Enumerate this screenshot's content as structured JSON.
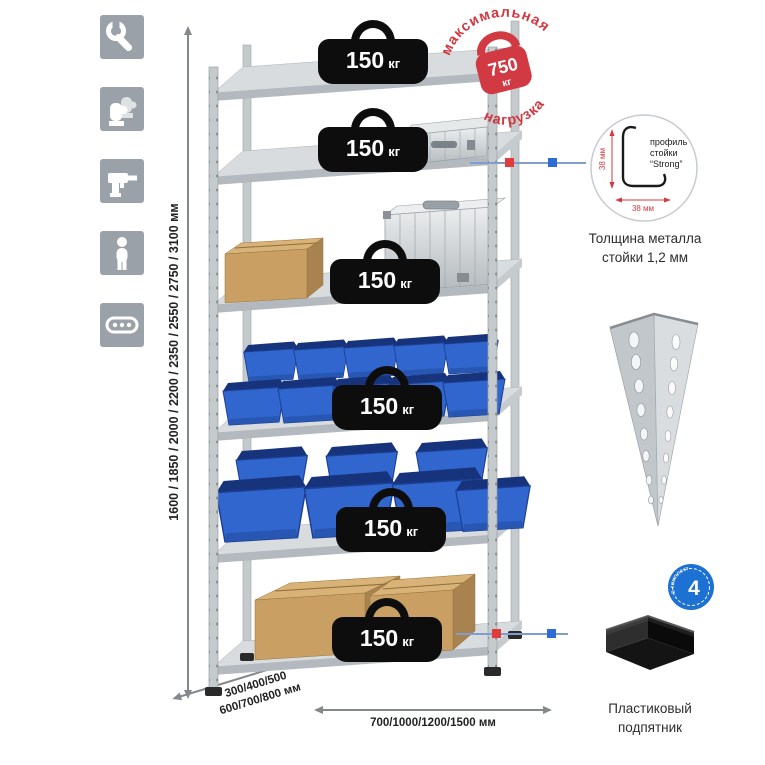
{
  "sidebar": {
    "icons": [
      {
        "name": "wrench-icon"
      },
      {
        "name": "gloves-icon"
      },
      {
        "name": "drill-icon"
      },
      {
        "name": "person-icon"
      },
      {
        "name": "perforated-strip-icon"
      }
    ]
  },
  "dimensions": {
    "height": "1600 / 1850 / 2000 / 2200 / 2350 / 2550 / 2750 / 3100 мм",
    "depth_line1": "300/400/500",
    "depth_line2": "600/700/800 мм",
    "width": "700/1000/1200/1500 мм"
  },
  "weights": [
    {
      "value": "150",
      "unit": "кг"
    },
    {
      "value": "150",
      "unit": "кг"
    },
    {
      "value": "150",
      "unit": "кг"
    },
    {
      "value": "150",
      "unit": "кг"
    },
    {
      "value": "150",
      "unit": "кг"
    },
    {
      "value": "150",
      "unit": "кг"
    }
  ],
  "stamp": {
    "arc_top": "максимальная",
    "arc_bottom": "нагрузка",
    "value": "750",
    "unit": "кг"
  },
  "profile_callout": {
    "line1": "профиль",
    "line2": "стойки",
    "line3": "“Strong”",
    "dim_vertical": "38 мм",
    "dim_horizontal": "38 мм",
    "caption_line1": "Толщина металла",
    "caption_line2": "стойки 1,2 мм"
  },
  "foot_callout": {
    "badge_value": "4",
    "badge_text": "в комплекте",
    "caption_line1": "Пластиковый",
    "caption_line2": "подпятник"
  },
  "colors": {
    "stamp_red": "#d13a42",
    "badge_blue": "#1d71d2",
    "marker_red": "#e23b3b",
    "marker_blue": "#2e6bd6",
    "bin_blue": "#3066cd",
    "icon_square_gray": "#9aa1a8"
  }
}
